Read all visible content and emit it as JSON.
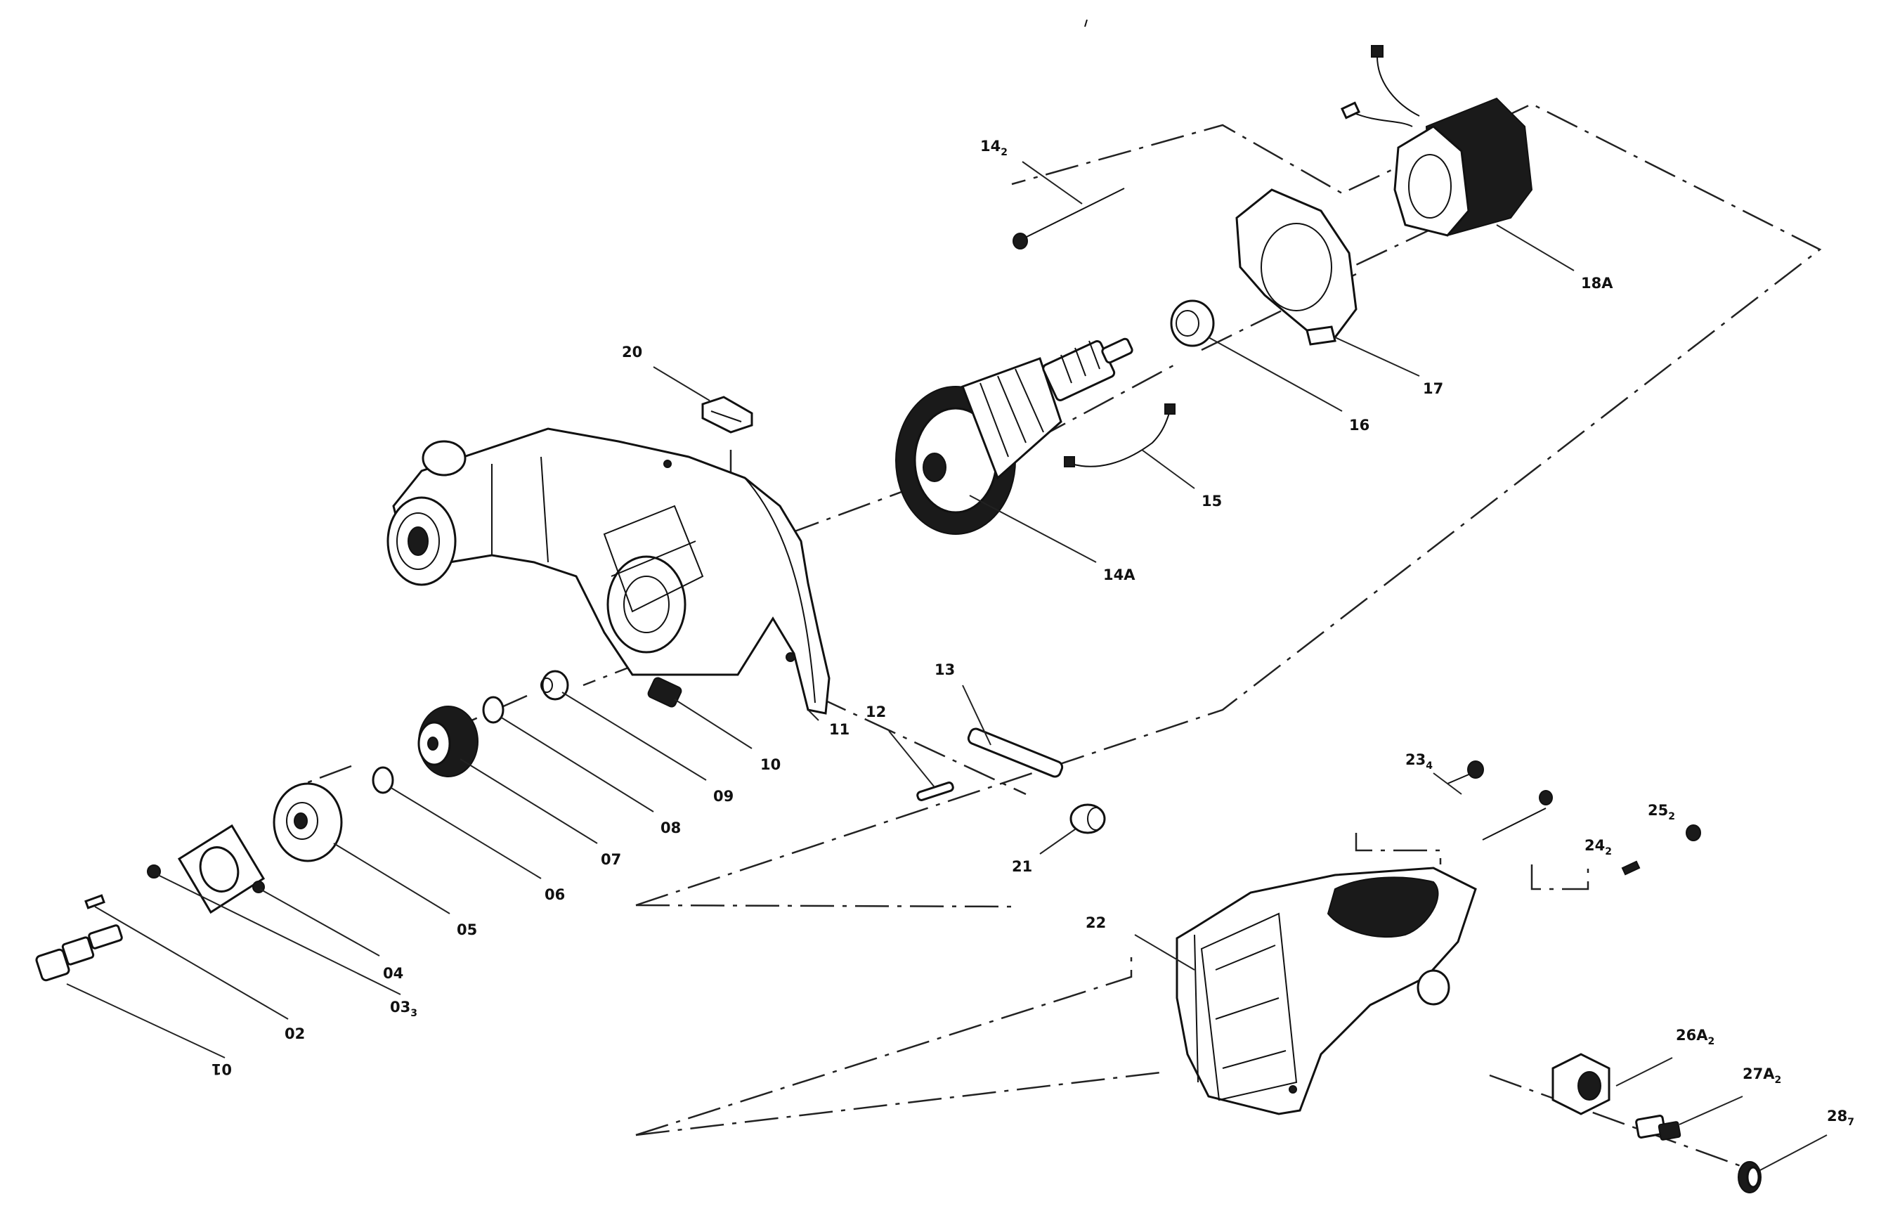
{
  "labels": {
    "p01": "01",
    "p02": "02",
    "p03": "03",
    "p03_sub": "3",
    "p04": "04",
    "p05": "05",
    "p06": "06",
    "p07": "07",
    "p08": "08",
    "p09": "09",
    "p10": "10",
    "p11": "11",
    "p12": "12",
    "p13": "13",
    "p14": "14A",
    "p14v": "14",
    "p14v_sub": "2",
    "p15": "15",
    "p16": "16",
    "p17": "17",
    "p18": "18A",
    "p20": "20",
    "p21": "21",
    "p22": "22",
    "p23": "23",
    "p23_sub": "4",
    "p24": "24",
    "p24_sub": "2",
    "p25": "25",
    "p25_sub": "2",
    "p26": "26A",
    "p26_sub": "2",
    "p27": "27A",
    "p27_sub": "2",
    "p28": "28",
    "p28_sub": "7"
  }
}
